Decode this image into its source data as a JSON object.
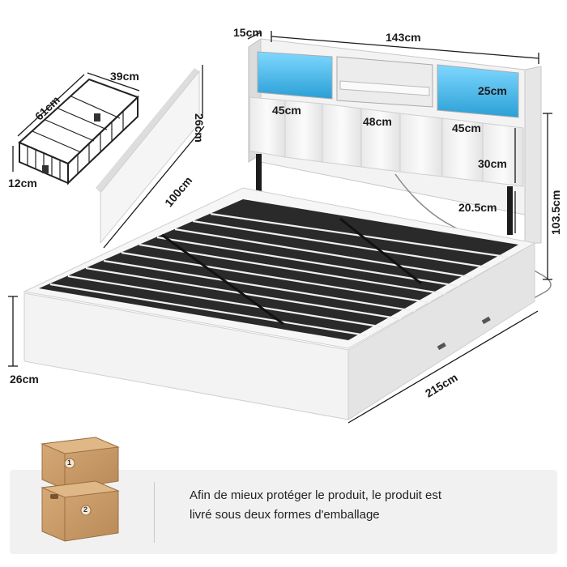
{
  "dimensions": {
    "headboard_depth": "15cm",
    "bed_width": "143cm",
    "shelf_height": "25cm",
    "panel_left_width": "45cm",
    "panel_center_width": "48cm",
    "panel_right_width": "45cm",
    "panel_height": "30cm",
    "headboard_height": "103.5cm",
    "leg_clearance": "20.5cm",
    "frame_height": "26cm",
    "bed_length": "215cm",
    "drawer_width": "39cm",
    "drawer_depth": "61cm",
    "drawer_height": "12cm",
    "drawer_front_height": "26cm",
    "drawer_front_length": "100cm"
  },
  "packaging": {
    "note_line1": "Afin de mieux protéger le produit, le produit est",
    "note_line2": "livré sous deux formes d'emballage",
    "box1_label": "1",
    "box2_label": "2"
  },
  "colors": {
    "led_glow": "#3fb6e8",
    "bed_white": "#f4f4f4",
    "frame_black": "#1c1c1c",
    "box_kraft": "#c89a68"
  }
}
